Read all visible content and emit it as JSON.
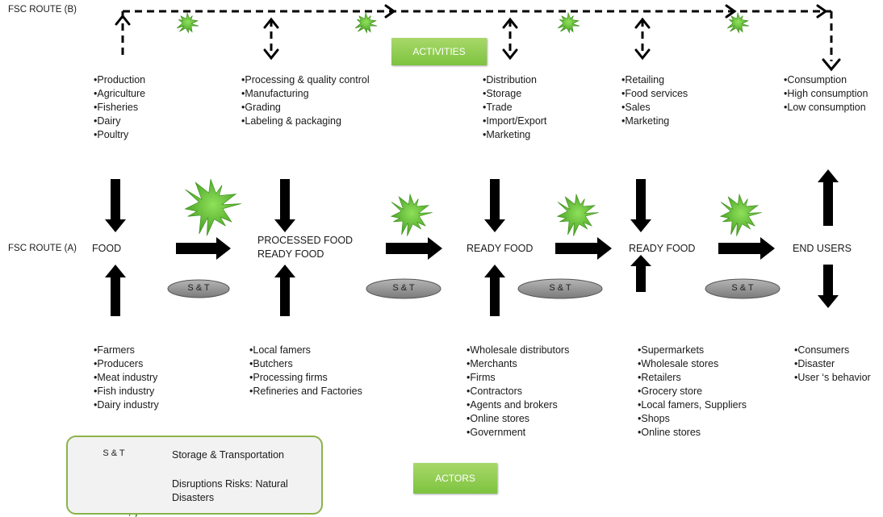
{
  "route_b_label": "FSC ROUTE (B)",
  "route_a_label": "FSC ROUTE (A)",
  "activities_label": "ACTIVITIES",
  "actors_label": "ACTORS",
  "stages": [
    {
      "name": "FOOD",
      "name2": ""
    },
    {
      "name": "PROCESSED FOOD",
      "name2": "READY FOOD"
    },
    {
      "name": "READY FOOD",
      "name2": ""
    },
    {
      "name": "READY FOOD",
      "name2": ""
    },
    {
      "name": "END USERS",
      "name2": ""
    }
  ],
  "activities": [
    [
      "•Production",
      "•Agriculture",
      "•Fisheries",
      "•Dairy",
      "•Poultry"
    ],
    [
      "•Processing  & quality control",
      "•Manufacturing",
      "•Grading",
      "•Labeling & packaging"
    ],
    [
      "•Distribution",
      "•Storage",
      "•Trade",
      "•Import/Export",
      "•Marketing"
    ],
    [
      "•Retailing",
      "•Food services",
      "•Sales",
      "•Marketing"
    ],
    [
      "•Consumption",
      "•High consumption",
      "•Low consumption"
    ]
  ],
  "actors": [
    [
      "•Farmers",
      "•Producers",
      "•Meat industry",
      "•Fish industry",
      "•Dairy industry"
    ],
    [
      "•Local famers",
      "•Butchers",
      "•Processing firms",
      "•Refineries and Factories"
    ],
    [
      "•Wholesale distributors",
      "•Merchants",
      "•Firms",
      "•Contractors",
      "•Agents and brokers",
      "•Online stores",
      "•Government"
    ],
    [
      "•Supermarkets",
      "•Wholesale stores",
      "•Retailers",
      "•Grocery store",
      "•Local famers, Suppliers",
      "•Shops",
      "•Online stores"
    ],
    [
      "•Consumers",
      "•Disaster",
      "•User ‘s behavior"
    ]
  ],
  "st_label": "S & T",
  "legend": {
    "st_text": "Storage & Transportation",
    "risk_text_line1": "Disruptions Risks: Natural",
    "risk_text_line2": "Disasters"
  },
  "colors": {
    "green_box": "#7dc33f",
    "burst": "#5fbf2f",
    "ellipse": "#9a9a9a",
    "legend_border": "#8ab34a"
  }
}
